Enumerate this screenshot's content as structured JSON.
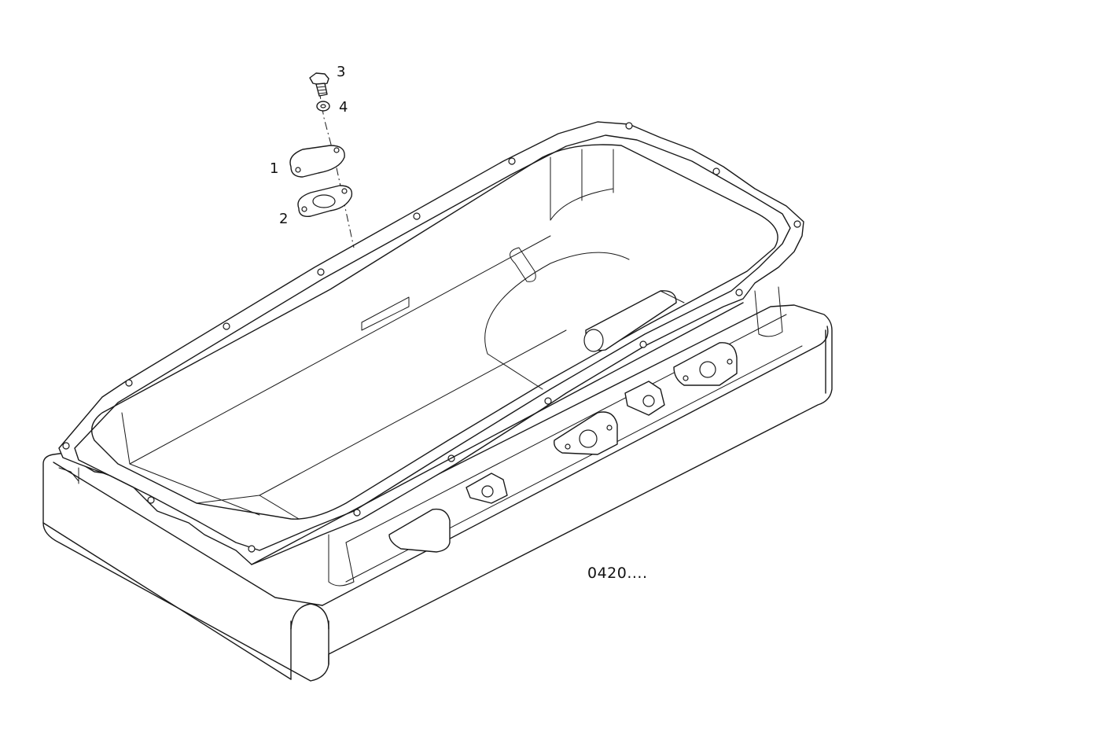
{
  "callouts": {
    "part_1": "1",
    "part_2": "2",
    "part_3": "3",
    "part_4": "4"
  },
  "reference_code": "0420...."
}
